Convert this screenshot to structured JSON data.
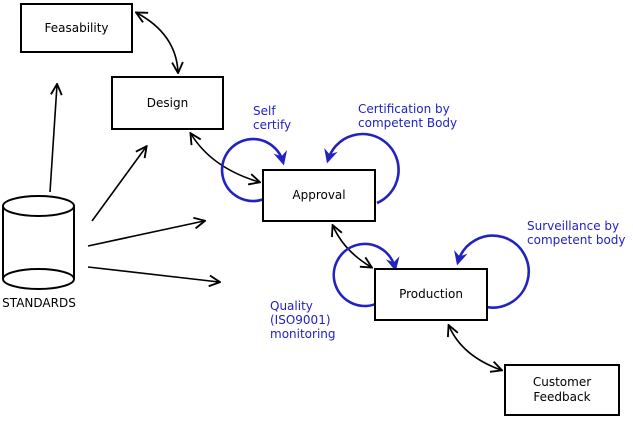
{
  "diagram": {
    "description": "Product lifecycle flow diagram",
    "nodes": {
      "feasability": {
        "label": "Feasability"
      },
      "design": {
        "label": "Design"
      },
      "approval": {
        "label": "Approval"
      },
      "production": {
        "label": "Production"
      },
      "customer_feedback": {
        "lines": [
          "Customer",
          "Feedback"
        ]
      },
      "standards": {
        "label": "STANDARDS",
        "shape": "cylinder"
      }
    },
    "annotations": {
      "self_certify": {
        "lines": [
          "Self",
          "certify"
        ]
      },
      "certification": {
        "lines": [
          "Certification by",
          "competent Body"
        ]
      },
      "surveillance": {
        "lines": [
          "Surveillance by",
          "competent body"
        ]
      },
      "quality": {
        "lines": [
          "Quality",
          "(ISO9001)",
          "monitoring"
        ]
      }
    },
    "edges": [
      {
        "from": "standards",
        "to": "feasability",
        "direction": "one-way"
      },
      {
        "from": "standards",
        "to": "design",
        "direction": "one-way"
      },
      {
        "from": "standards",
        "to": "approval",
        "direction": "one-way"
      },
      {
        "from": "standards",
        "to": "production",
        "direction": "one-way"
      },
      {
        "from": "feasability",
        "to": "design",
        "direction": "two-way"
      },
      {
        "from": "design",
        "to": "approval",
        "direction": "two-way"
      },
      {
        "from": "approval",
        "to": "production",
        "direction": "two-way"
      },
      {
        "from": "production",
        "to": "customer_feedback",
        "direction": "two-way"
      },
      {
        "from": "approval",
        "to": "approval",
        "direction": "self-loop",
        "label": "Self certify"
      },
      {
        "from": "approval",
        "to": "approval",
        "direction": "self-loop",
        "label": "Certification by competent Body"
      },
      {
        "from": "production",
        "to": "production",
        "direction": "self-loop",
        "label": "Quality (ISO9001) monitoring"
      },
      {
        "from": "production",
        "to": "production",
        "direction": "self-loop",
        "label": "Surveillance by competent body"
      }
    ]
  },
  "colors": {
    "line": "#000000",
    "annotation": "#2222c0",
    "background": "#ffffff"
  }
}
